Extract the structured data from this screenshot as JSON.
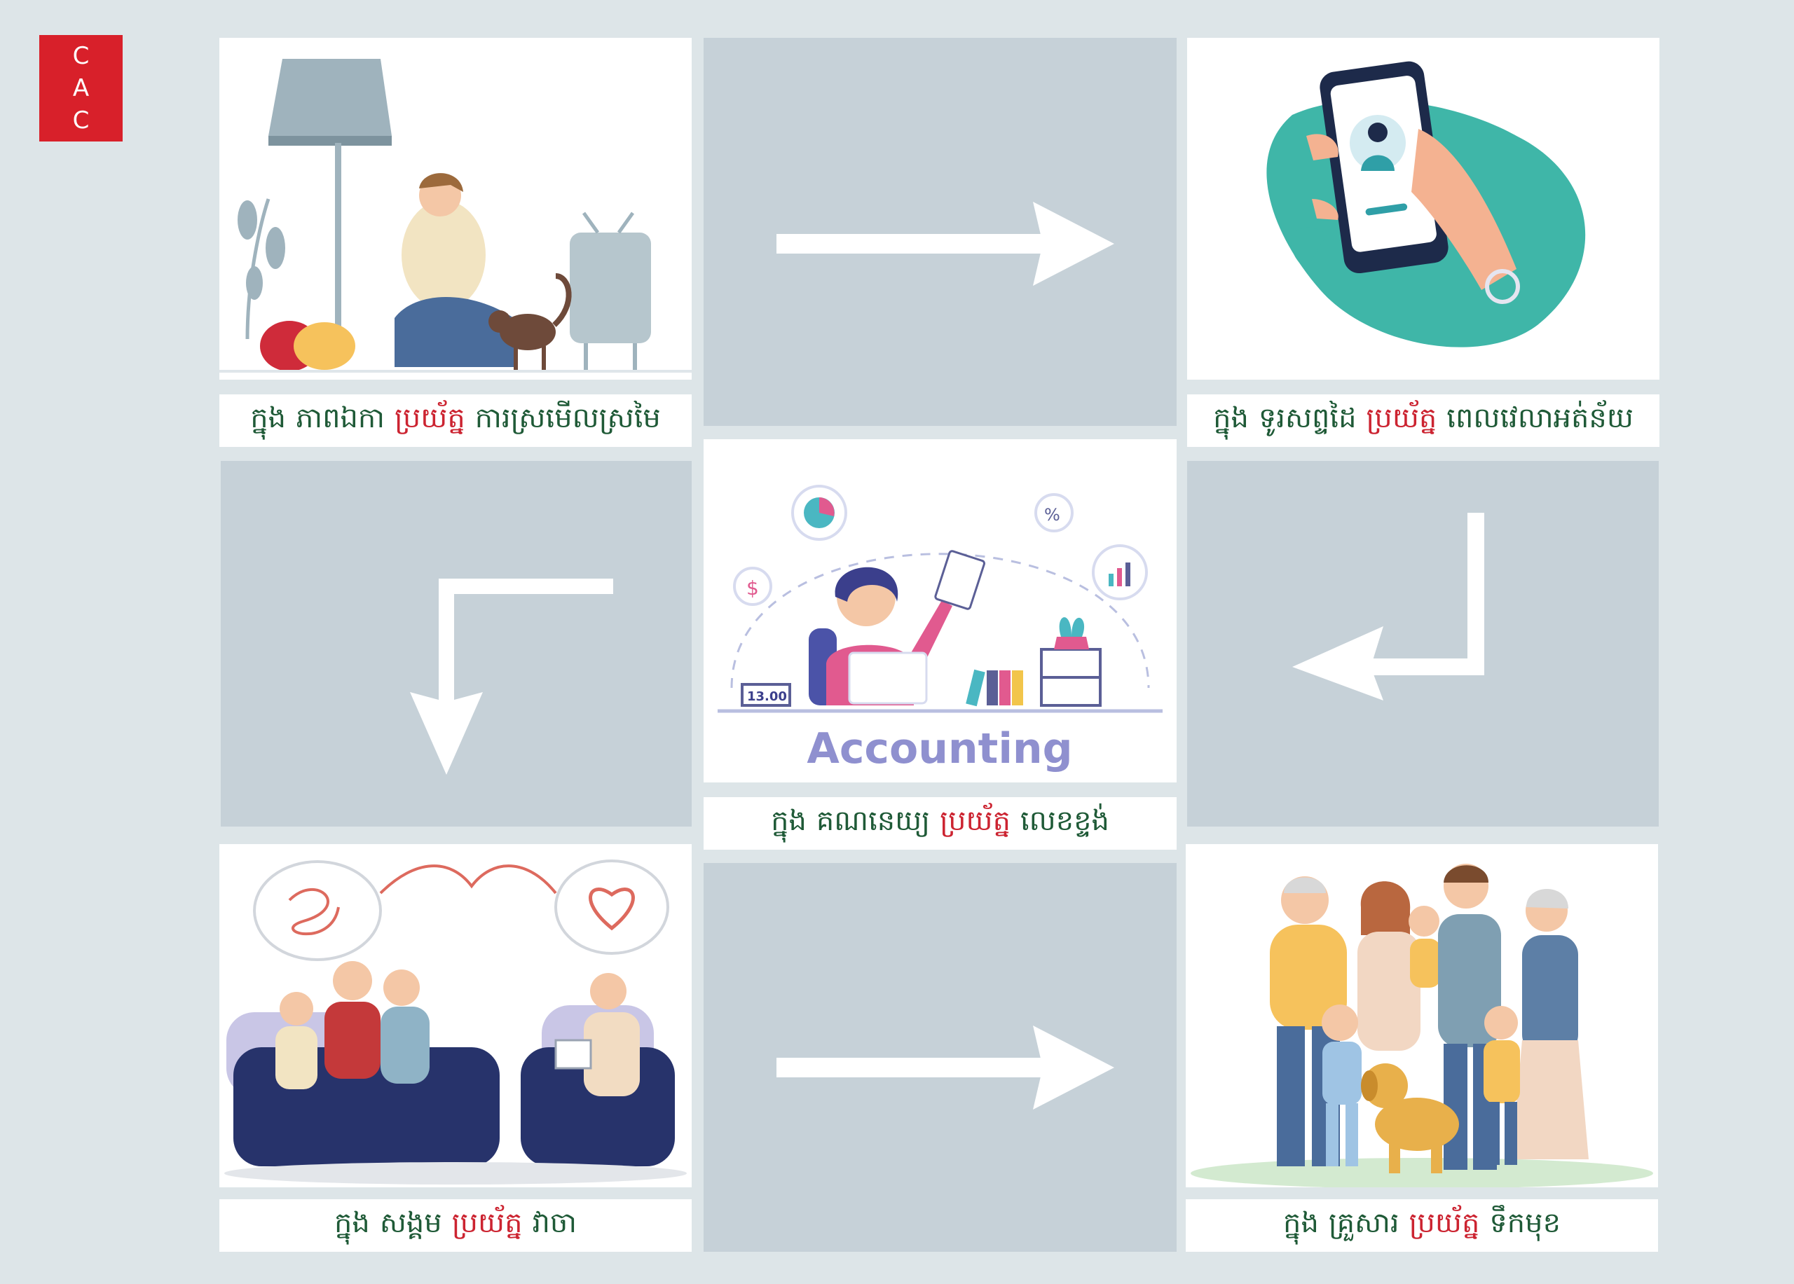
{
  "logo": {
    "letters": [
      "C",
      "A",
      "C"
    ],
    "color": "#d8202a"
  },
  "center": {
    "illustration_text": "Accounting",
    "clock_readout": "13.00",
    "label": {
      "in": "ក្នុង",
      "part": "គណនេយ្យ",
      "focus": "ប្រយ័ត្ន",
      "caution": "លេខខ្ទង់"
    }
  },
  "cards": {
    "top_left": {
      "in": "ក្នុង",
      "part": "ភាពឯកា",
      "focus": "ប្រយ័ត្ន",
      "caution": "ការស្រមើលស្រមៃ"
    },
    "top_right": {
      "in": "ក្នុង",
      "part": "ទូរសព្ទដៃ",
      "focus": "ប្រយ័ត្ន",
      "caution": "ពេលវេលាអត់ន័យ"
    },
    "bottom_left": {
      "in": "ក្នុង",
      "part": "សង្គម",
      "focus": "ប្រយ័ត្ន",
      "caution": "វាចា"
    },
    "bottom_right": {
      "in": "ក្នុង",
      "part": "គ្រួសារ",
      "focus": "ប្រយ័ត្ន",
      "caution": "ទឹកមុខ"
    }
  },
  "colors": {
    "background": "#dde5e8",
    "panel_gray": "#c6d1d8",
    "text_green": "#1f5a37",
    "text_red": "#cc2431"
  },
  "icons": [
    "arrow-right-icon",
    "arrow-down-left-icon",
    "arrow-left-turn-icon"
  ]
}
